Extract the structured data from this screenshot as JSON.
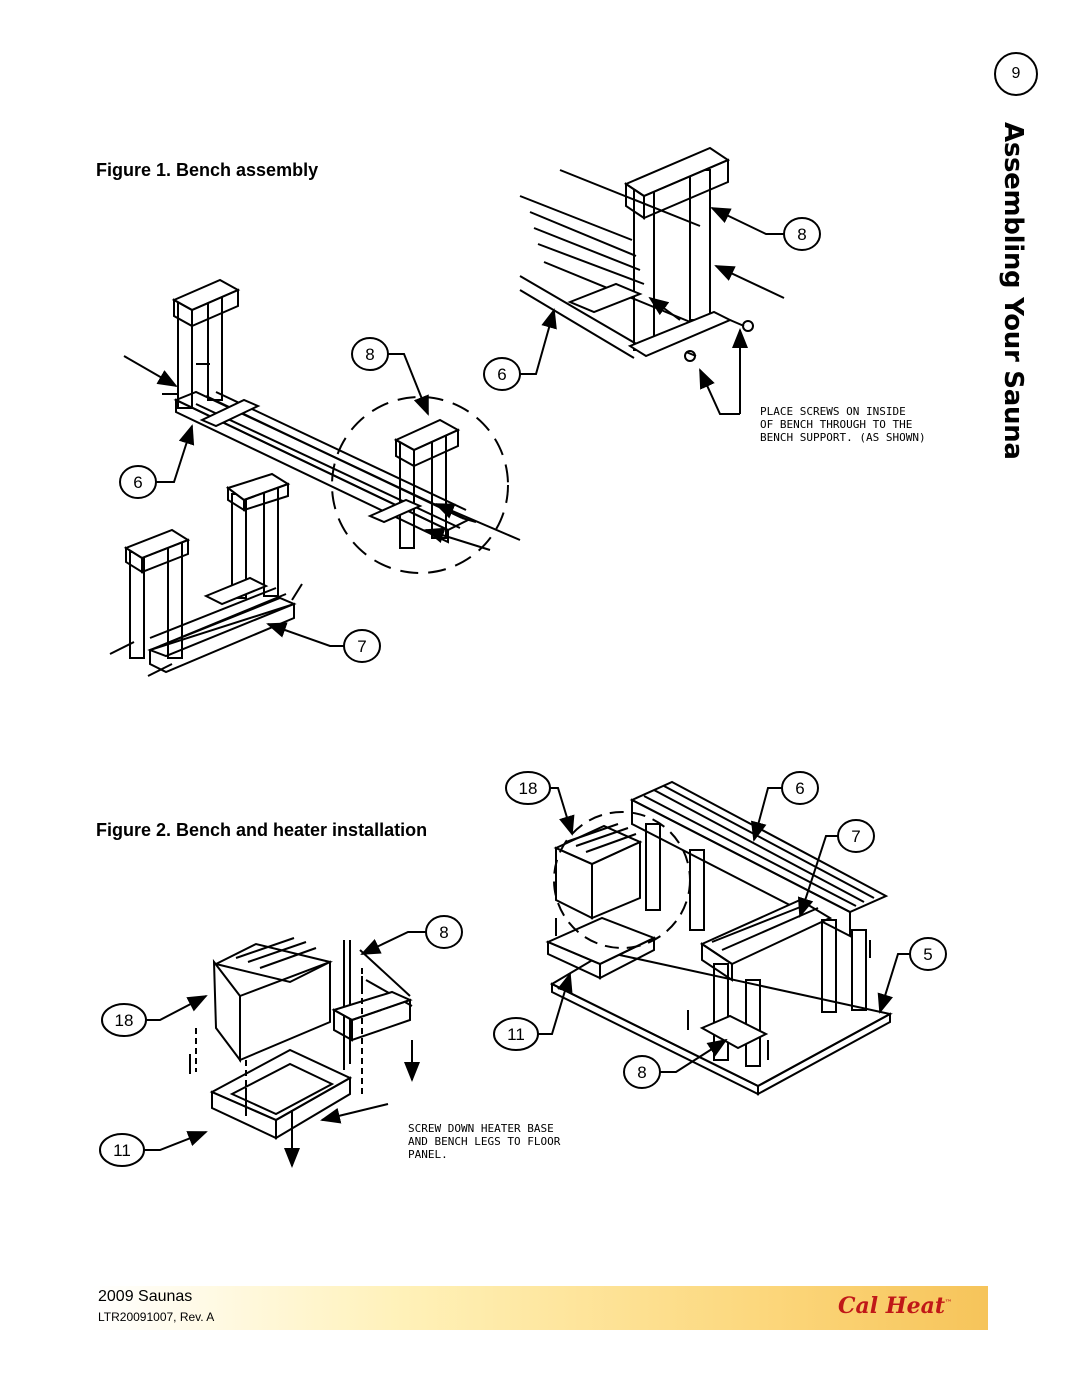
{
  "page": {
    "number": "9",
    "section_title": "Assembling Your Sauna"
  },
  "figure1": {
    "caption": "Figure 1. Bench assembly",
    "callouts": {
      "a": "8",
      "b": "6",
      "c": "6",
      "d": "7",
      "e": "8"
    },
    "note": [
      "PLACE SCREWS ON INSIDE",
      "OF BENCH THROUGH TO THE",
      "BENCH SUPPORT. (AS SHOWN)"
    ]
  },
  "figure2": {
    "caption": "Figure 2. Bench and heater installation",
    "callouts": {
      "a": "18",
      "b": "6",
      "c": "7",
      "d": "5",
      "e": "11",
      "f": "8",
      "g": "8",
      "h": "18",
      "i": "11"
    },
    "note": [
      "SCREW DOWN HEATER BASE",
      "AND BENCH LEGS TO FLOOR",
      "PANEL."
    ]
  },
  "footer": {
    "title": "2009 Saunas",
    "doc_id": "LTR20091007, Rev. A",
    "brand": "Cal Heat"
  },
  "icons": [
    "page-number-circle",
    "callout-bubble",
    "pointer-arrow",
    "screw"
  ],
  "colors": {
    "logo": "#c01818",
    "footer_band_end": "#f6c45a"
  }
}
